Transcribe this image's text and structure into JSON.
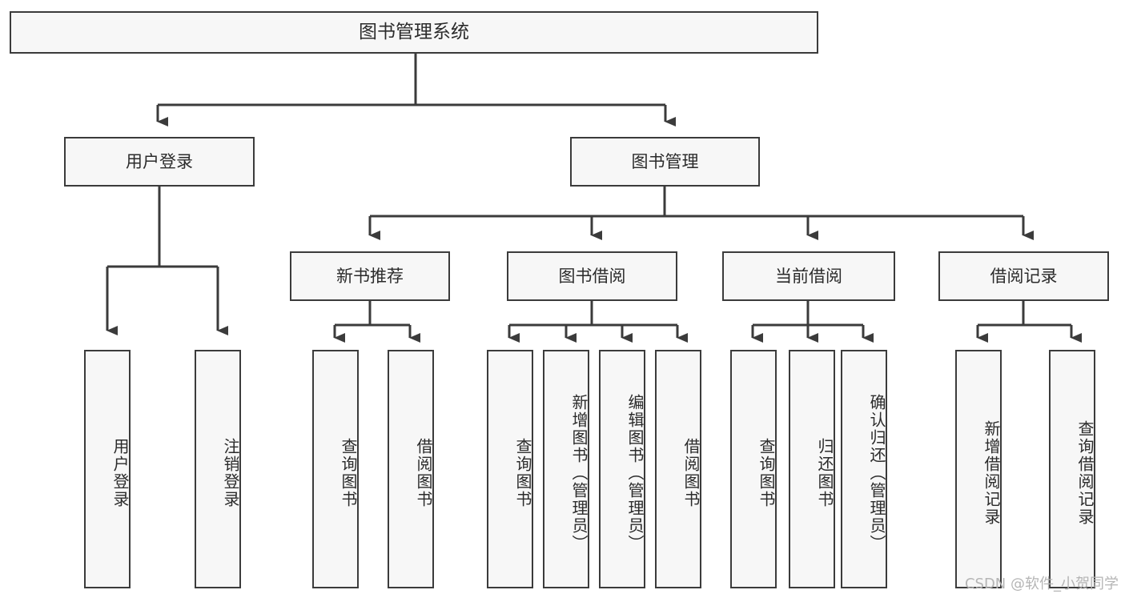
{
  "diagram": {
    "type": "tree-hierarchy",
    "title": "图书管理系统",
    "watermark": "CSDN @软件_小贺同学",
    "colors": {
      "node_fill": "#f7f7f7",
      "node_border": "#3b3b3b",
      "edge": "#3b3b3b",
      "text": "#2b2b2b",
      "background": "#ffffff",
      "watermark": "#b5b5b5"
    },
    "nodes": {
      "root": {
        "label": "图书管理系统"
      },
      "level2": [
        {
          "id": "user-login",
          "label": "用户登录"
        },
        {
          "id": "book-manage",
          "label": "图书管理"
        }
      ],
      "level3": [
        {
          "id": "new-book-recommend",
          "label": "新书推荐"
        },
        {
          "id": "book-borrow",
          "label": "图书借阅"
        },
        {
          "id": "current-borrow",
          "label": "当前借阅"
        },
        {
          "id": "borrow-record",
          "label": "借阅记录"
        }
      ],
      "leaves": [
        {
          "id": "leaf-user-login",
          "label": "用户登录",
          "parent": "user-login"
        },
        {
          "id": "leaf-logout-login",
          "label": "注销登录",
          "parent": "user-login"
        },
        {
          "id": "leaf-query-book-1",
          "label": "查询图书",
          "parent": "new-book-recommend"
        },
        {
          "id": "leaf-borrow-book-1",
          "label": "借阅图书",
          "parent": "new-book-recommend"
        },
        {
          "id": "leaf-query-book-2",
          "label": "查询图书",
          "parent": "book-borrow"
        },
        {
          "id": "leaf-add-book",
          "label": "新增图书（管理员）",
          "parent": "book-borrow"
        },
        {
          "id": "leaf-edit-book",
          "label": "编辑图书（管理员）",
          "parent": "book-borrow"
        },
        {
          "id": "leaf-borrow-book-2",
          "label": "借阅图书",
          "parent": "book-borrow"
        },
        {
          "id": "leaf-query-book-3",
          "label": "查询图书",
          "parent": "current-borrow"
        },
        {
          "id": "leaf-return-book",
          "label": "归还图书",
          "parent": "current-borrow"
        },
        {
          "id": "leaf-confirm-return",
          "label": "确认归还（管理员）",
          "parent": "current-borrow"
        },
        {
          "id": "leaf-add-record",
          "label": "新增借阅记录",
          "parent": "borrow-record"
        },
        {
          "id": "leaf-query-record",
          "label": "查询借阅记录",
          "parent": "borrow-record"
        }
      ]
    }
  }
}
